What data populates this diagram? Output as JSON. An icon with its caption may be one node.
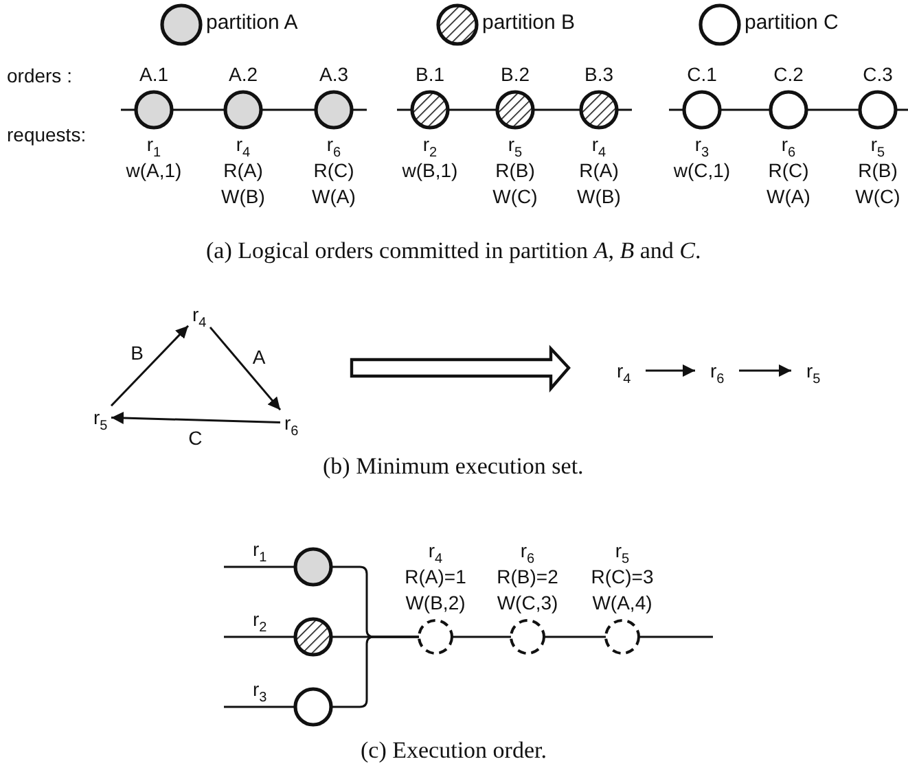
{
  "diagram": {
    "nodes": [
      {
        "text": [
          "A.1",
          "r$_{1}$",
          "w(A,1)"
        ]
      },
      {
        "text": [
          "A.2",
          "r$_{4}$",
          "R(A) W(B)"
        ]
      },
      {
        "text": [
          "A.3",
          "r$_{6}$",
          "R(C) W(A)"
        ]
      },
      {
        "text": [
          "B.1",
          "r$_{2}$",
          "w(B,1)"
        ]
      },
      {
        "text": [
          "B.2",
          "r$_{5}$",
          "R(B) W(C)"
        ]
      },
      {
        "text": [
          "B.3",
          "r$_{4}$",
          "R(A) W(B)"
        ]
      },
      {
        "text": [
          "C.1",
          "r$_{3}$",
          "w(C,1)"
        ]
      },
      {
        "text": [
          "C.2",
          "r$_{6}$",
          "R(C) W(A)"
        ]
      },
      {
        "text": [
          "C.3",
          "r$_{5}$",
          "R(B) W(C)"
        ]
      },
      {
        "text": [
          "r$_{4}$"
        ]
      },
      {
        "text": [
          "r$_{5}$"
        ]
      },
      {
        "text": [
          "r$_{6}$"
        ]
      },
      {
        "text": [
          "r$_{4}$"
        ]
      },
      {
        "text": [
          "r$_{6}$"
        ]
      },
      {
        "text": [
          "r$_{5}$"
        ]
      },
      {
        "text": [],
        "shape": "circle"
      },
      {
        "text": [],
        "shape": "circle"
      },
      {
        "text": [],
        "shape": "circle"
      },
      {
        "text": [
          "r$_{4}$",
          "R(A)=1 W(B,2)"
        ]
      },
      {
        "text": [
          "r$_{6}$",
          "R(B)=2 W(C,3)"
        ]
      },
      {
        "text": [
          "r$_{5}$",
          "R(C)=3 W(A,4)"
        ]
      }
    ],
    "edges": [
      {
        "from": null,
        "to": 0,
        "arrow": "none"
      },
      {
        "from": 0,
        "to": 1,
        "arrow": "none"
      },
      {
        "from": 1,
        "to": 2,
        "arrow": "none"
      },
      {
        "from": 2,
        "to": null,
        "arrow": "none"
      },
      {
        "from": null,
        "to": 3,
        "arrow": "none"
      },
      {
        "from": 3,
        "to": 4,
        "arrow": "none"
      },
      {
        "from": 4,
        "to": 5,
        "arrow": "none"
      },
      {
        "from": 5,
        "to": null,
        "arrow": "none"
      },
      {
        "from": null,
        "to": 6,
        "arrow": "none"
      },
      {
        "from": 6,
        "to": 7,
        "arrow": "none"
      },
      {
        "from": 7,
        "to": 8,
        "arrow": "none"
      },
      {
        "from": 8,
        "to": null,
        "arrow": "none"
      },
      {
        "from": 10,
        "to": 9,
        "arrow": "to",
        "label": "B"
      },
      {
        "from": 9,
        "to": 11,
        "arrow": "to",
        "label": "A"
      },
      {
        "from": 11,
        "to": 10,
        "arrow": "to",
        "label": "C"
      },
      {
        "from": 12,
        "to": 13,
        "arrow": "to"
      },
      {
        "from": 13,
        "to": 14,
        "arrow": "to"
      },
      {
        "from": null,
        "to": 15,
        "arrow": "none",
        "label": "r$_{1}$"
      },
      {
        "from": null,
        "to": 16,
        "arrow": "none",
        "label": "r$_{2}$"
      },
      {
        "from": null,
        "to": 17,
        "arrow": "none",
        "label": "r$_{3}$"
      },
      {
        "from": 15,
        "to": 18,
        "arrow": "none"
      },
      {
        "from": 16,
        "to": 18,
        "arrow": "none"
      },
      {
        "from": 17,
        "to": 18,
        "arrow": "none"
      },
      {
        "from": 18,
        "to": 19,
        "arrow": "none"
      },
      {
        "from": 19,
        "to": 20,
        "arrow": "none"
      },
      {
        "from": 20,
        "to": null,
        "arrow": "none"
      }
    ],
    "labels": [
      "orders :",
      "requests:",
      "(a) Logical orders committed in partition *A*, *B* and *C*.",
      "(b) Minimum execution set.",
      "(c) Execution order."
    ],
    "legend": [
      {
        "text": "partition A"
      },
      {
        "text": "partition B"
      },
      {
        "text": "partition C"
      }
    ]
  }
}
